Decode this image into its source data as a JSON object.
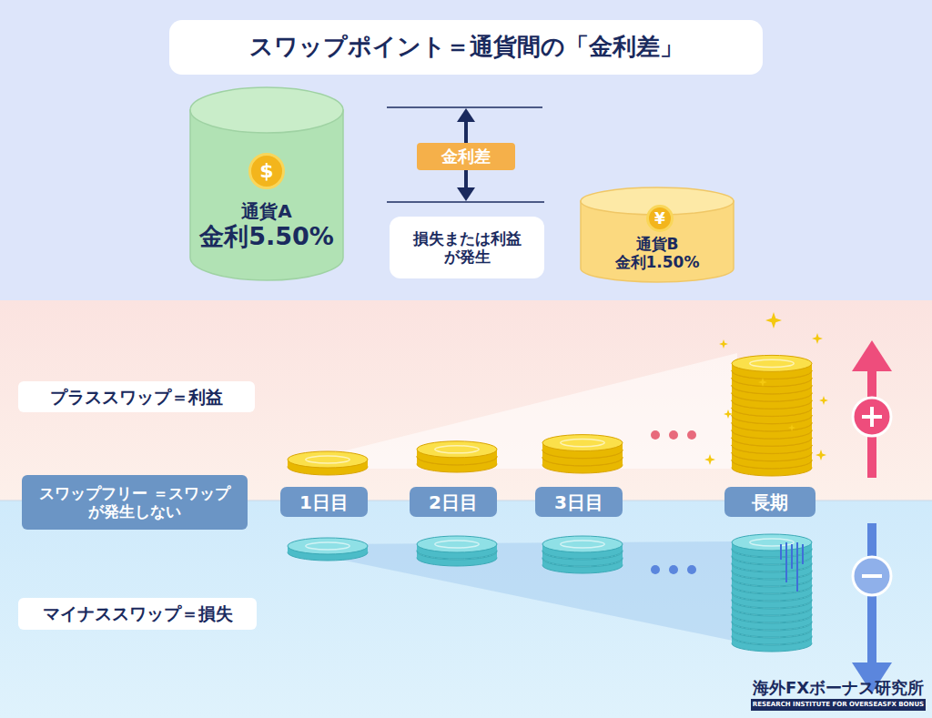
{
  "diagram": {
    "title": "スワップポイント＝通貨間の「金利差」",
    "nodes": [
      {
        "text": [
          "通貨A",
          "金利5.50%"
        ]
      },
      {
        "text": [
          "金利差"
        ]
      },
      {
        "text": [
          "損失または利益が発生"
        ]
      },
      {
        "text": [
          "通貨B",
          "金利1.50%"
        ]
      },
      {
        "text": [
          "プラススワップ＝利益"
        ]
      },
      {
        "text": [
          "スワップフリー ＝スワップが発生しない"
        ]
      },
      {
        "text": [
          "1日目"
        ]
      },
      {
        "text": [
          "2日目"
        ]
      },
      {
        "text": [
          "3日目"
        ]
      },
      {
        "text": [
          "長期"
        ]
      },
      {
        "text": [
          "マイナススワップ＝損失"
        ]
      }
    ],
    "labels": [
      "$",
      "¥",
      "海外FXボーナス研究所",
      "RESEARCH INSTITUTE FOR OVERSEASFX BONUS"
    ]
  }
}
